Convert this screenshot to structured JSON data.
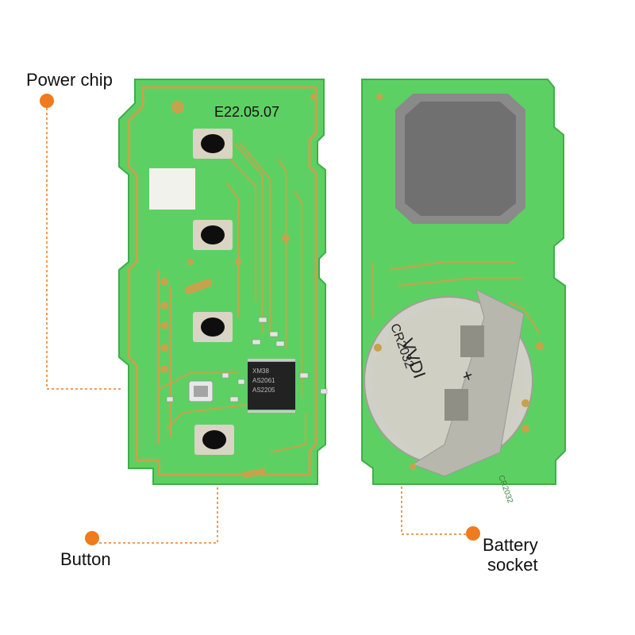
{
  "labels": {
    "power_chip": "Power chip",
    "button": "Button",
    "battery_socket_line1": "Battery",
    "battery_socket_line2": "socket"
  },
  "board_markings": {
    "date_code": "E22.05.07",
    "chip_text_1": "XM38",
    "chip_text_2": "AS2061",
    "chip_text_3": "AS2205",
    "battery_text_1": "VVDI",
    "battery_text_2": "CR2032",
    "battery_text_3": "+",
    "pcb_text": "CR2032"
  },
  "colors": {
    "accent": "#f07a1e",
    "pcb_green": "#5dd064",
    "trace_gold": "#c8a24a"
  }
}
